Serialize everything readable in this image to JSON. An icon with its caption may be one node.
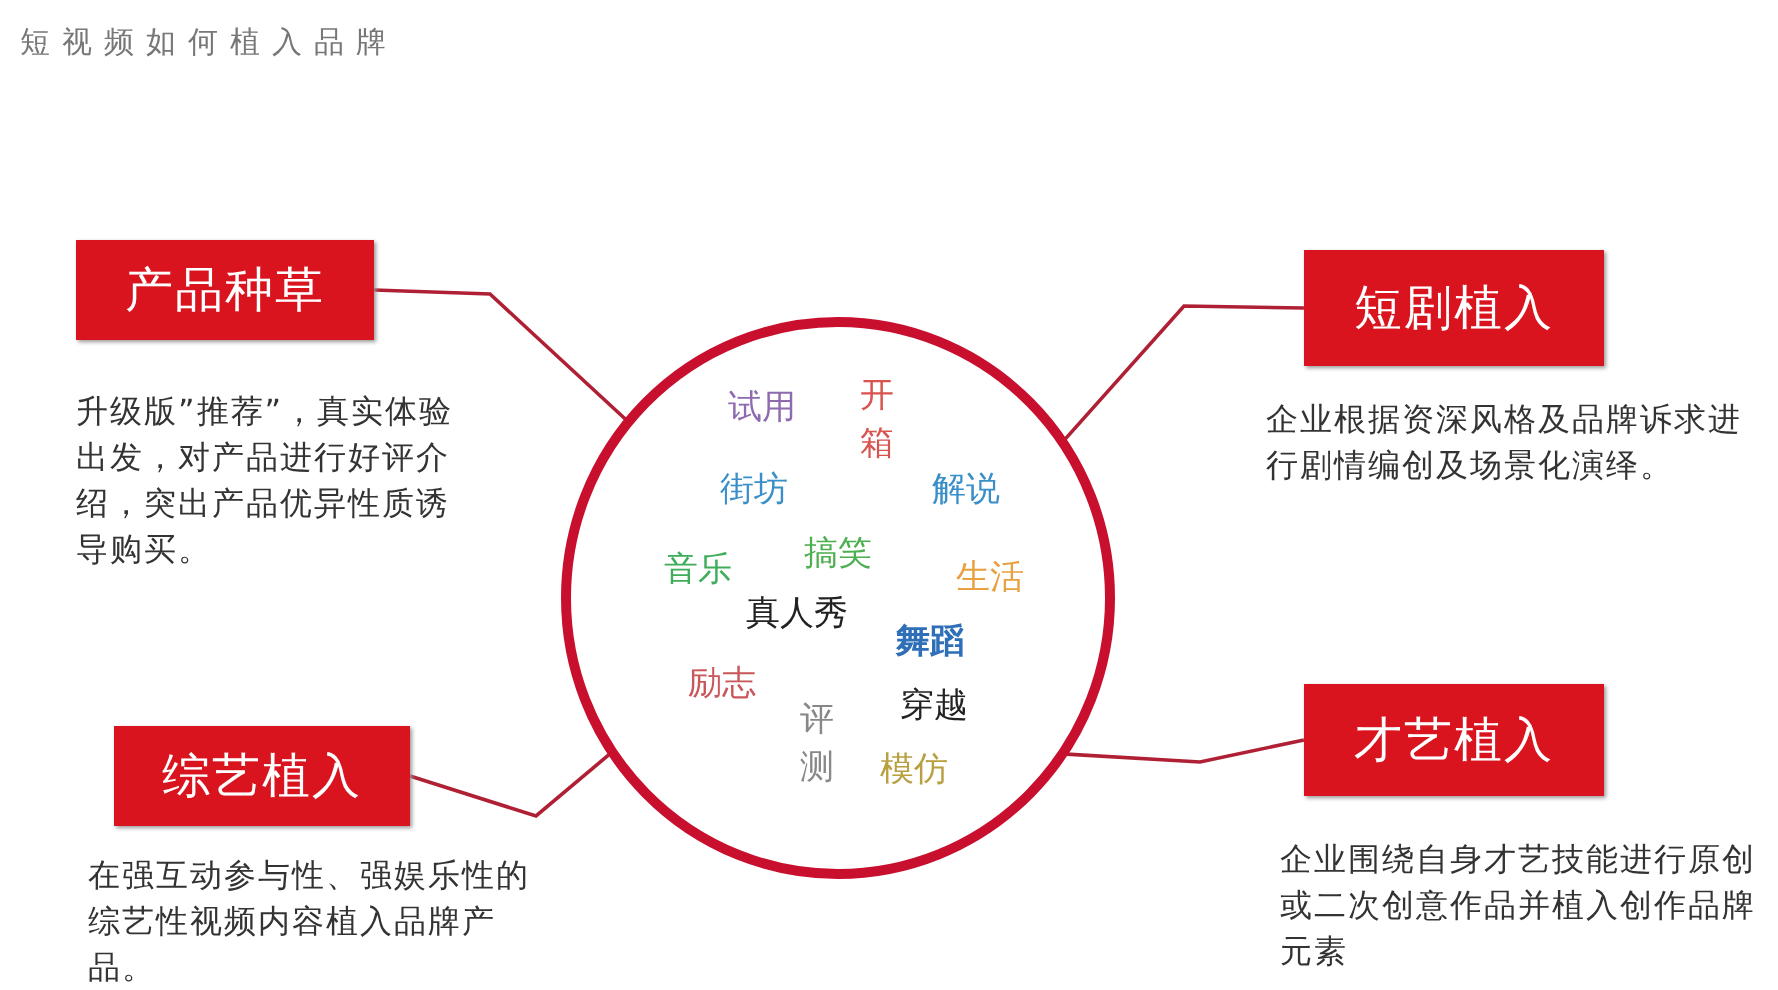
{
  "diagram": {
    "title": "短视频如何植入品牌",
    "nodes": [
      {
        "text": [
          "产品种草"
        ],
        "beside": [
          "升级版”推荐”，真实体验出发，对产品进行好评介绍，突出产品优异性质诱导购买。"
        ]
      },
      {
        "text": [
          "短剧植入"
        ],
        "beside": [
          "企业根据资深风格及品牌诉求进行剧情编创及场景化演绎。"
        ]
      },
      {
        "text": [
          "试用",
          "开箱",
          "街坊",
          "解说",
          "音乐",
          "搞笑",
          "生活",
          "真人秀",
          "舞蹈",
          "励志",
          "评测",
          "穿越",
          "模仿"
        ]
      },
      {
        "text": [
          "综艺植入"
        ],
        "beside": [
          "在强互动参与性、强娱乐性的综艺性视频内容植入品牌产品。"
        ]
      },
      {
        "text": [
          "才艺植入"
        ],
        "beside": [
          "企业围绕自身才艺技能进行原创或二次创意作品并植入创作品牌元素"
        ]
      }
    ],
    "edges": [
      {
        "from": 0,
        "to": 2,
        "arrow": "none"
      },
      {
        "from": 1,
        "to": 2,
        "arrow": "none"
      },
      {
        "from": 3,
        "to": 2,
        "arrow": "none"
      },
      {
        "from": 4,
        "to": 2,
        "arrow": "none"
      }
    ]
  }
}
